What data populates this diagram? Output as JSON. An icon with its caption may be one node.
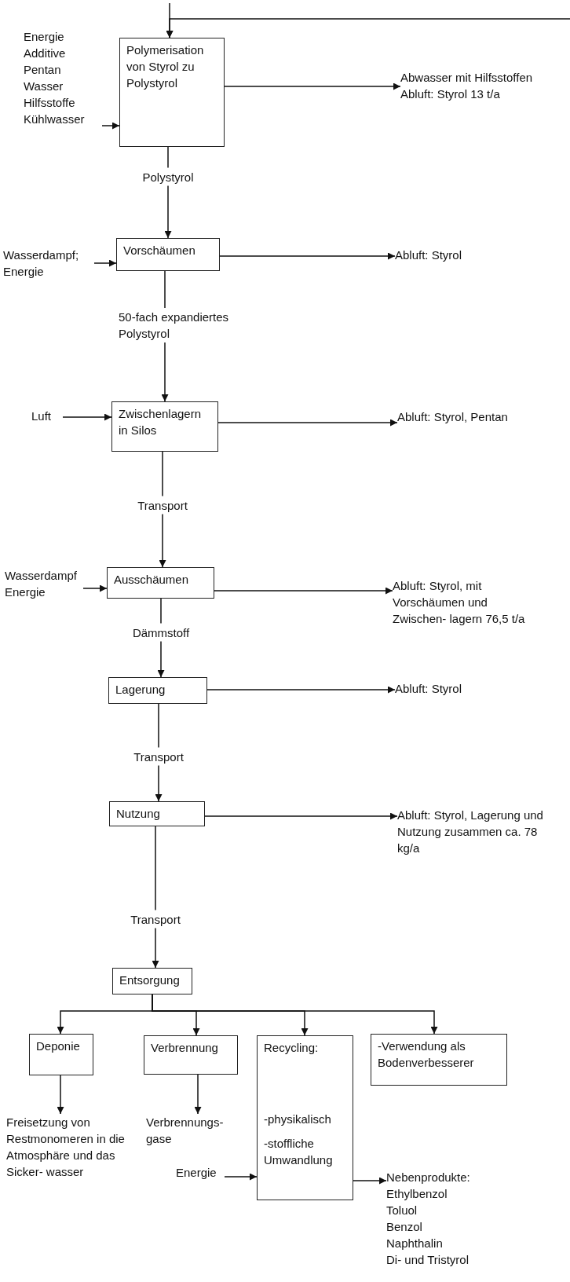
{
  "diagram": {
    "nodes": [
      {
        "text": [
          "Energie",
          "Additive",
          "Pentan",
          "Wasser",
          "Hilfsstoffe",
          "Kühlwasser"
        ]
      },
      {
        "text": [
          "Polymerisation von Styrol zu Polystyrol"
        ]
      },
      {
        "text": [
          "Abwasser mit Hilfsstoffen",
          "Abluft: Styrol 13 t/a"
        ]
      },
      {
        "text": [
          "Wasserdampf; Energie"
        ]
      },
      {
        "text": [
          "Vorschäumen"
        ]
      },
      {
        "text": [
          "Abluft: Styrol"
        ]
      },
      {
        "text": [
          "Luft"
        ]
      },
      {
        "text": [
          "Zwischenlagern in Silos"
        ]
      },
      {
        "text": [
          "Abluft: Styrol, Pentan"
        ]
      },
      {
        "text": [
          "Wasserdampf Energie"
        ]
      },
      {
        "text": [
          "Ausschäumen"
        ]
      },
      {
        "text": [
          "Abluft: Styrol, mit Vorschäumen und Zwischen- lagern 76,5 t/a"
        ]
      },
      {
        "text": [
          "Lagerung"
        ]
      },
      {
        "text": [
          "Abluft: Styrol"
        ]
      },
      {
        "text": [
          "Nutzung"
        ]
      },
      {
        "text": [
          "Abluft: Styrol, Lagerung und Nutzung zusammen ca. 78 kg/a"
        ]
      },
      {
        "text": [
          "Entsorgung"
        ]
      },
      {
        "text": [
          "Deponie"
        ]
      },
      {
        "text": [
          "Verbrennung"
        ]
      },
      {
        "text": [
          "Recycling:",
          "-physikalisch",
          "-stoffliche Umwandlung"
        ]
      },
      {
        "text": [
          "-Verwendung als Bodenverbesserer"
        ]
      },
      {
        "text": [
          "Freisetzung von Restmonomeren in die Atmosphäre und das Sicker- wasser"
        ]
      },
      {
        "text": [
          "Verbrennungs- gase"
        ]
      },
      {
        "text": [
          "Energie"
        ]
      },
      {
        "text": [
          "Nebenprodukte:",
          "Ethylbenzol",
          "Toluol",
          "Benzol",
          "Naphthalin",
          "Di- und Tristyrol"
        ]
      }
    ],
    "edges": [
      {
        "from": null,
        "to": 1,
        "arrow": "to"
      },
      {
        "from": null,
        "to": 1,
        "arrow": "to"
      },
      {
        "from": 0,
        "to": 1,
        "arrow": "to"
      },
      {
        "from": 1,
        "to": 2,
        "arrow": "to"
      },
      {
        "from": 1,
        "to": 4,
        "arrow": "to",
        "label": "Polystyrol"
      },
      {
        "from": 3,
        "to": 4,
        "arrow": "to"
      },
      {
        "from": 4,
        "to": 5,
        "arrow": "to"
      },
      {
        "from": 4,
        "to": 7,
        "arrow": "to",
        "label": "50-fach expandiertes Polystyrol"
      },
      {
        "from": 6,
        "to": 7,
        "arrow": "to"
      },
      {
        "from": 7,
        "to": 8,
        "arrow": "to"
      },
      {
        "from": 7,
        "to": 10,
        "arrow": "to",
        "label": "Transport"
      },
      {
        "from": 9,
        "to": 10,
        "arrow": "to"
      },
      {
        "from": 10,
        "to": 11,
        "arrow": "to"
      },
      {
        "from": 10,
        "to": 12,
        "arrow": "to",
        "label": "Dämmstoff"
      },
      {
        "from": 12,
        "to": 13,
        "arrow": "to"
      },
      {
        "from": 12,
        "to": 14,
        "arrow": "to",
        "label": "Transport"
      },
      {
        "from": 14,
        "to": 15,
        "arrow": "to"
      },
      {
        "from": 14,
        "to": 16,
        "arrow": "to",
        "label": "Transport"
      },
      {
        "from": 16,
        "to": 17,
        "arrow": "to"
      },
      {
        "from": 16,
        "to": 18,
        "arrow": "to"
      },
      {
        "from": 16,
        "to": 19,
        "arrow": "to"
      },
      {
        "from": 16,
        "to": 20,
        "arrow": "to"
      },
      {
        "from": 17,
        "to": 21,
        "arrow": "to"
      },
      {
        "from": 18,
        "to": 22,
        "arrow": "to"
      },
      {
        "from": 23,
        "to": 19,
        "arrow": "to"
      },
      {
        "from": 19,
        "to": 24,
        "arrow": "to"
      }
    ]
  }
}
